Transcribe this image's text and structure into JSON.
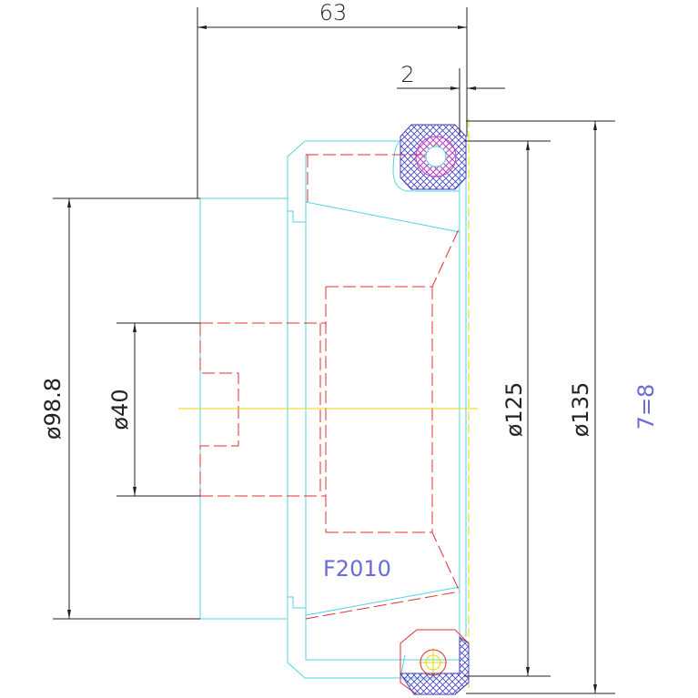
{
  "dimensions": {
    "overall_width": "63",
    "gap": "2",
    "dia_98_8": "ø98.8",
    "dia_40": "ø40",
    "dia_125": "ø125",
    "dia_135": "ø135"
  },
  "notes": {
    "part_code": "F2010",
    "ratio": "7=8"
  },
  "colors": {
    "outline": "#4fd4e8",
    "hidden": "#e03030",
    "centerline": "#e8d800",
    "dimension": "#222222",
    "hatch": "#4040c0",
    "seal_hatch": "#c040c0",
    "note": "#6a6ad8"
  }
}
